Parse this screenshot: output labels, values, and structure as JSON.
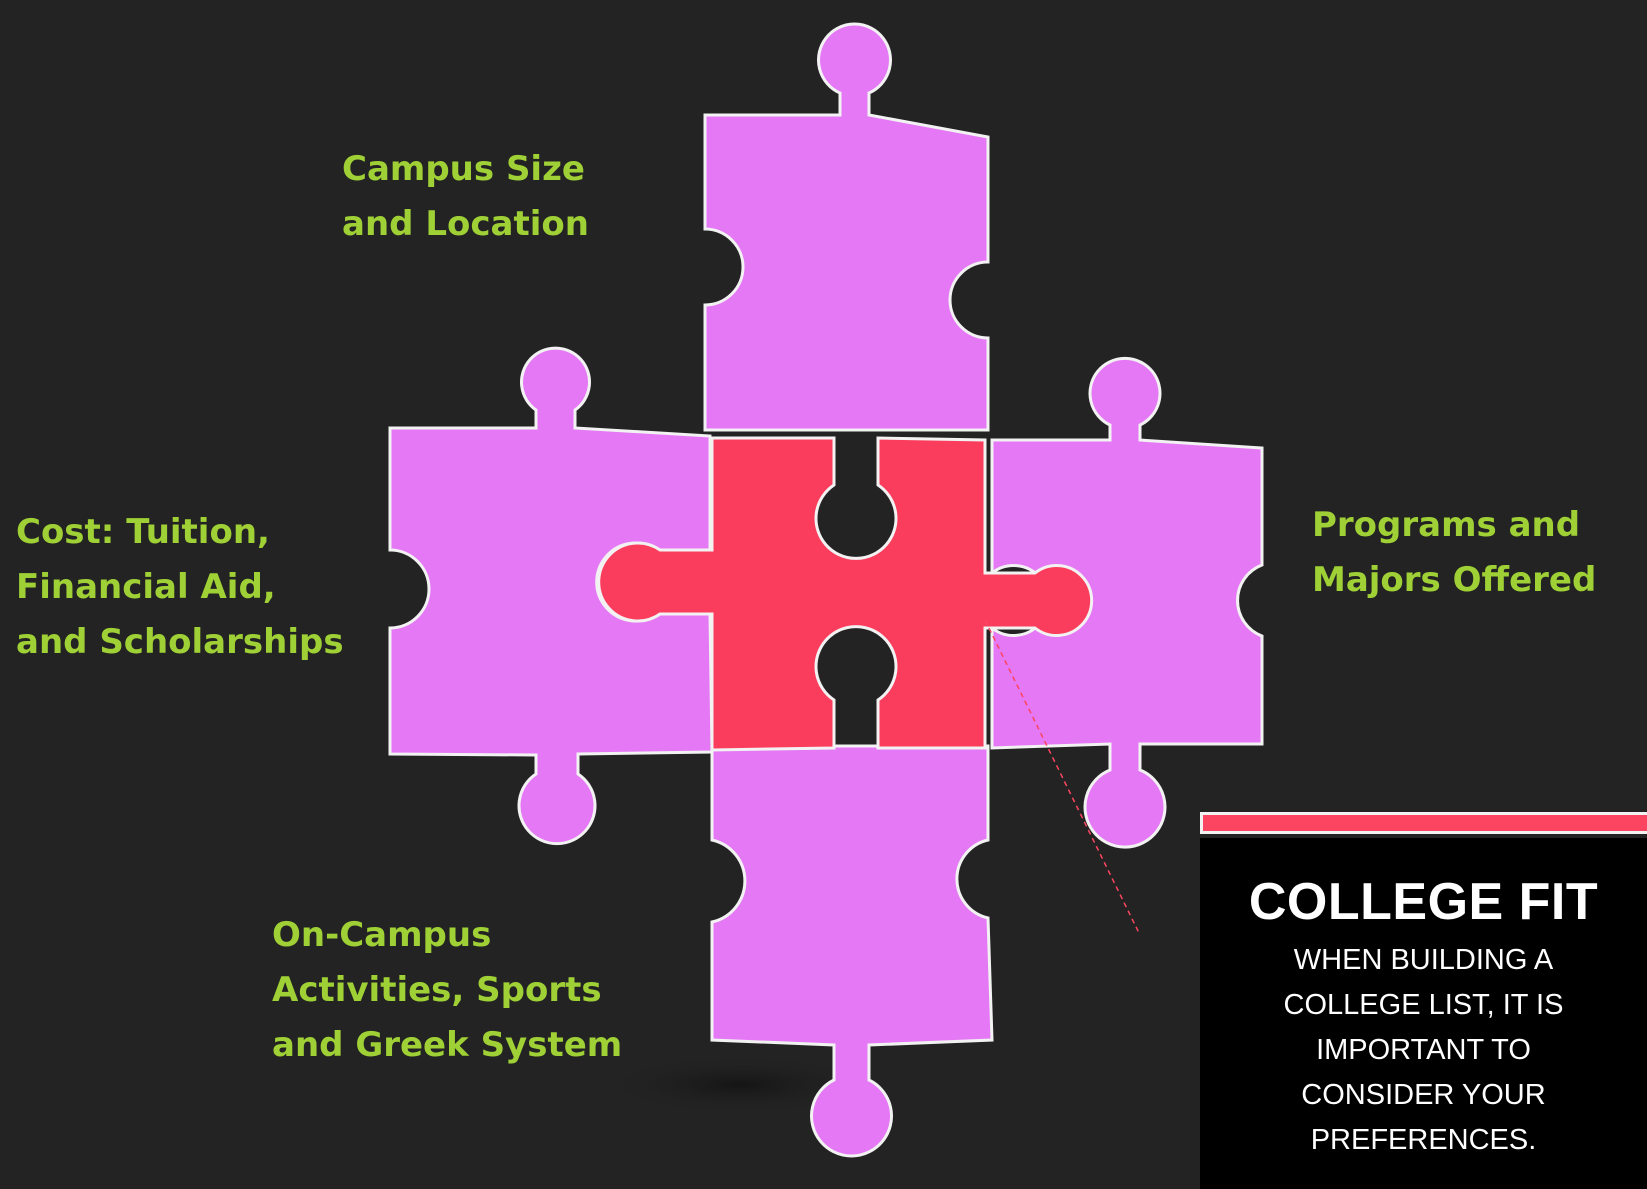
{
  "colors": {
    "background": "#232323",
    "outer_piece": "#e578f5",
    "center_piece": "#fb3d5d",
    "label_text": "#9fd035",
    "piece_border": "#f2f2f2",
    "info_accent": "#fb4561"
  },
  "labels": {
    "top": [
      "Campus Size",
      "and Location"
    ],
    "left": [
      "Cost: Tuition,",
      "Financial Aid,",
      "and Scholarships"
    ],
    "right": [
      "Programs and",
      "Majors Offered"
    ],
    "bottom": [
      "On-Campus",
      "Activities, Sports",
      "and Greek System"
    ]
  },
  "info": {
    "title": "COLLEGE FIT",
    "body": [
      "WHEN BUILDING A",
      "COLLEGE LIST, IT IS",
      "IMPORTANT TO",
      "CONSIDER YOUR",
      "PREFERENCES."
    ]
  }
}
